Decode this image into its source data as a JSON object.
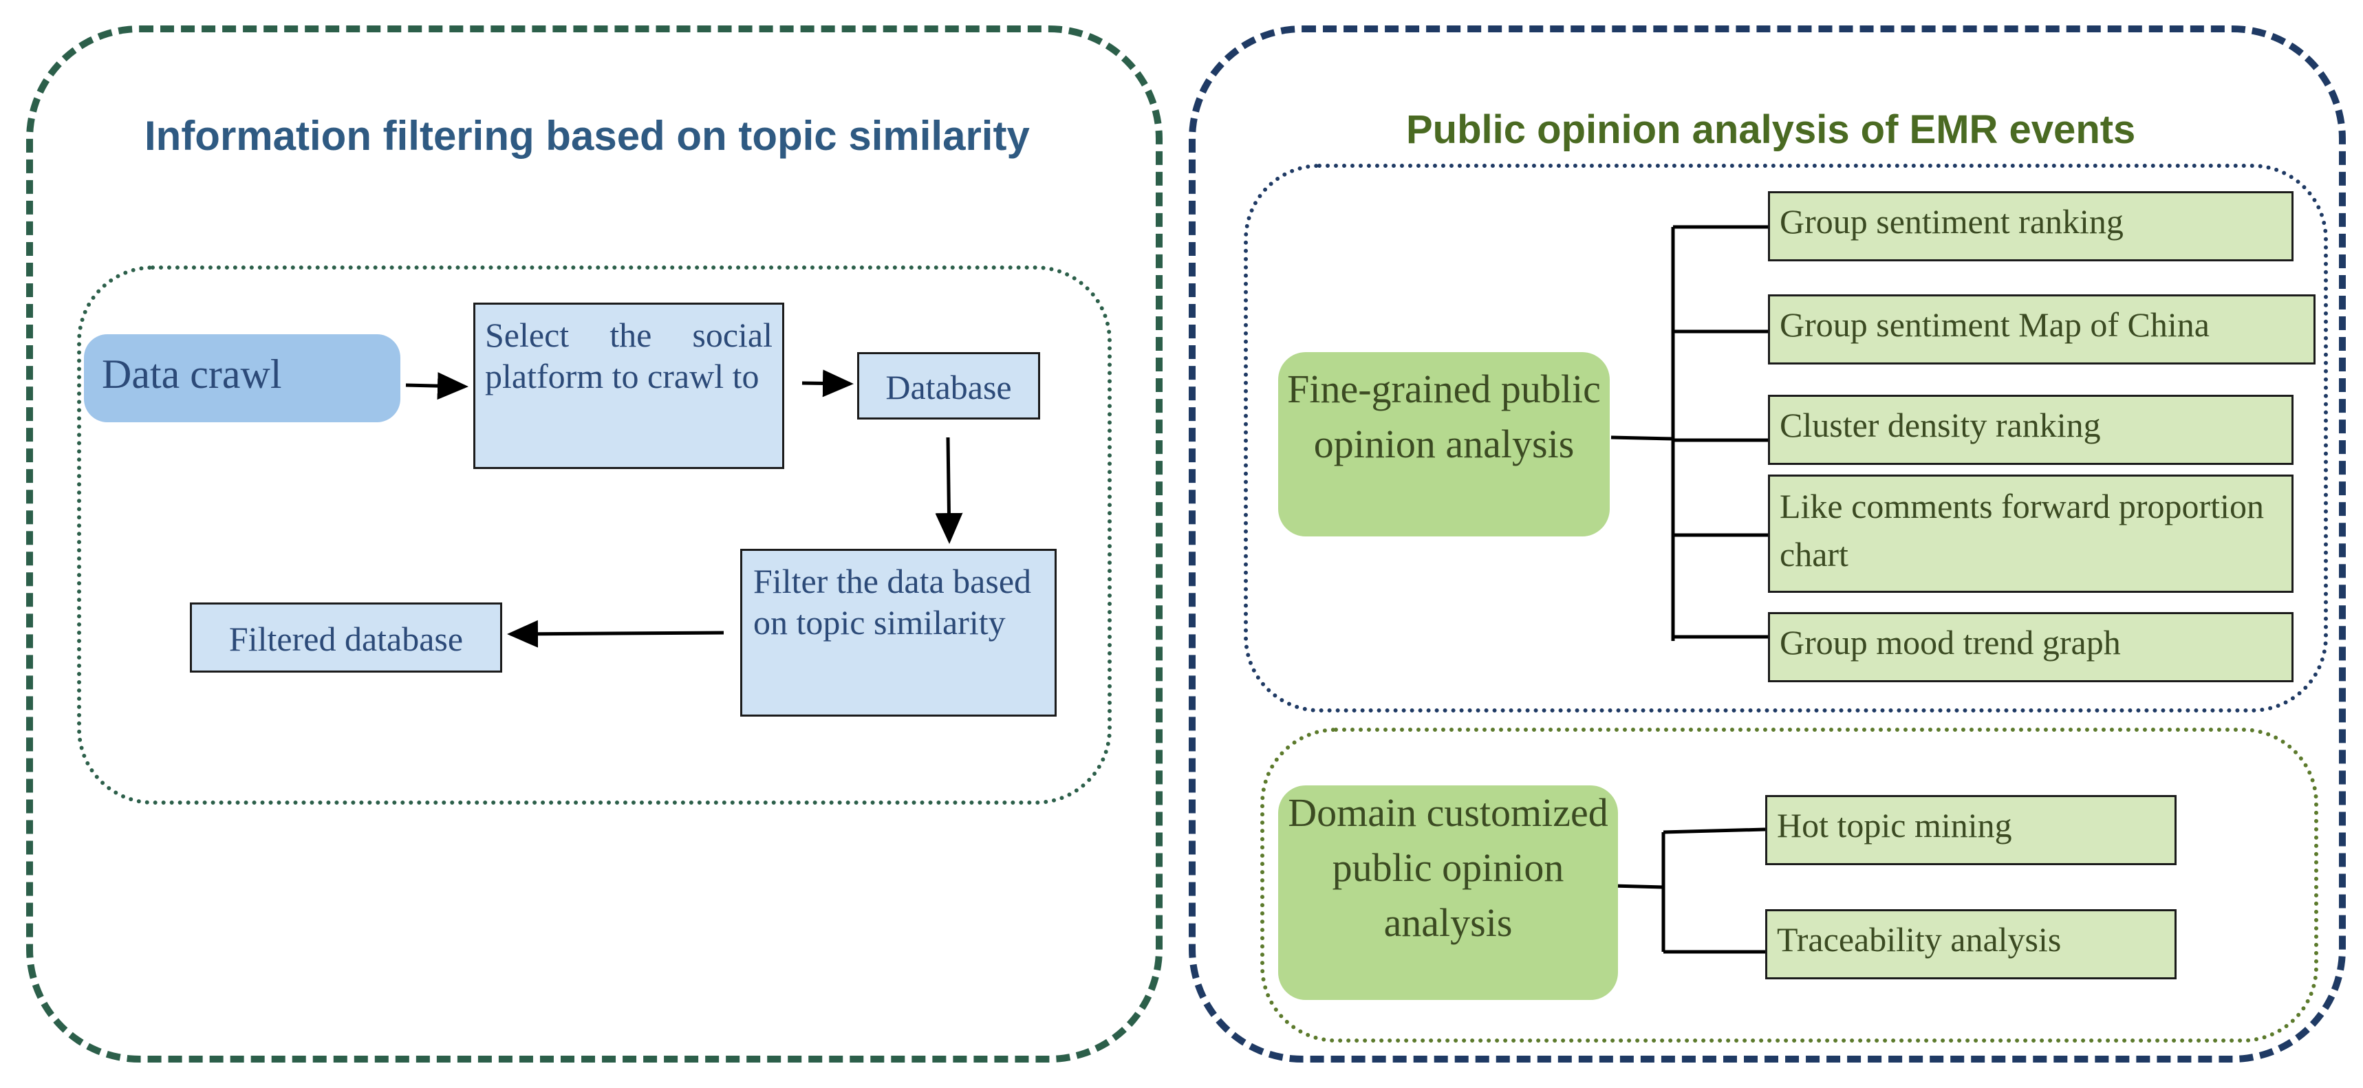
{
  "left_panel": {
    "title": "Information filtering based on topic similarity",
    "nodes": {
      "data_crawl": "Data crawl",
      "select_platform": "Select the social platform to crawl to",
      "database": "Database",
      "filter_data": "Filter the data based on topic similarity",
      "filtered_database": "Filtered database"
    }
  },
  "right_panel": {
    "title": "Public opinion analysis of EMR events",
    "fine_grained": {
      "label": "Fine-grained public opinion analysis",
      "items": [
        "Group sentiment ranking",
        "Group sentiment Map of China",
        "Cluster density ranking",
        "Like comments forward proportion chart",
        "Group mood trend graph"
      ]
    },
    "domain_customized": {
      "label": "Domain customized public opinion analysis",
      "items": [
        "Hot topic mining",
        "Traceability analysis"
      ]
    }
  },
  "colors": {
    "outer_left_border": "#2c5f4a",
    "outer_right_border": "#1f3a64",
    "left_title": "#2f5a82",
    "right_title": "#4a6a22",
    "blue_node_fill": "#cfe2f4",
    "crawl_pill_fill": "#9fc5ea",
    "green_item_fill": "#d6e8bd",
    "green_pill_fill": "#b5d98f"
  }
}
